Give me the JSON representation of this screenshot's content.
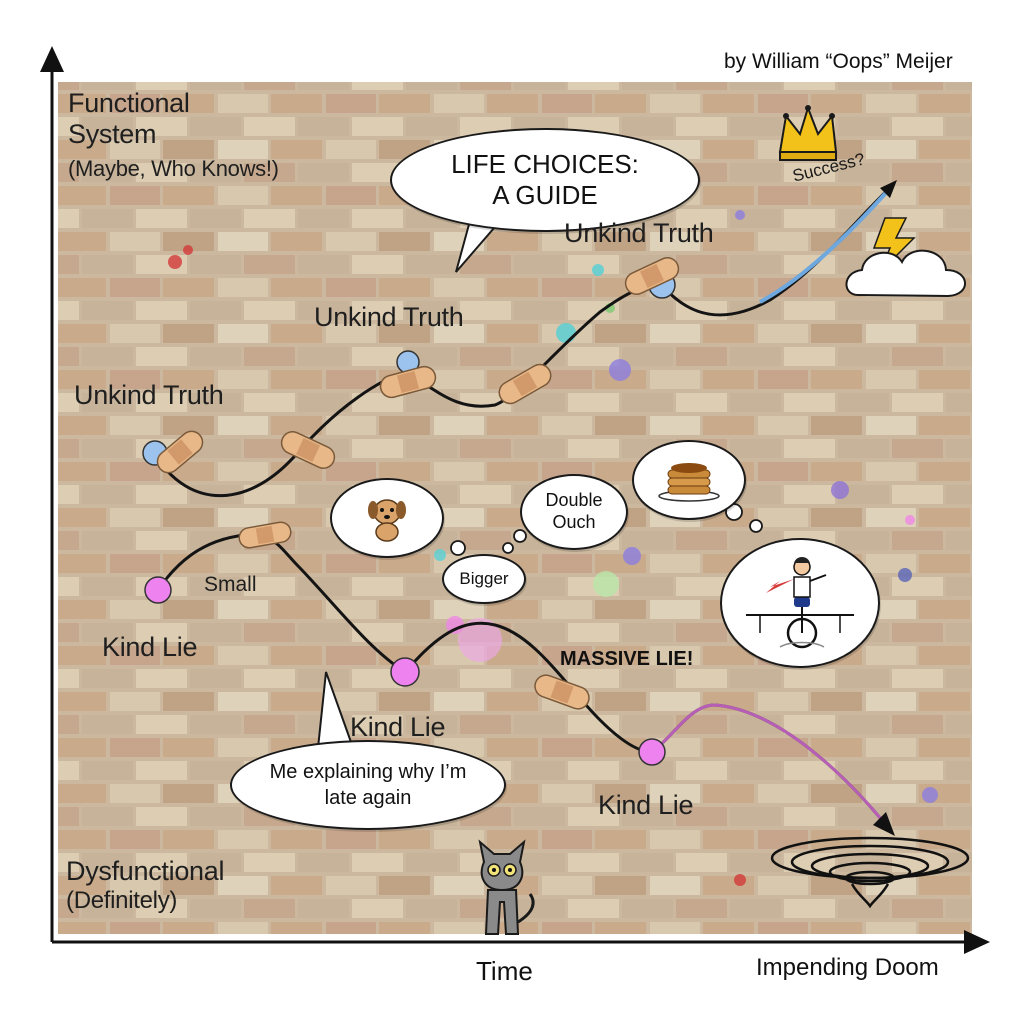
{
  "author": "by William “Oops” Meijer",
  "axes": {
    "y_top_line1": "Functional",
    "y_top_line2": "System",
    "y_top_line3": "(Maybe, Who Knows!)",
    "y_bottom_line1": "Dysfunctional",
    "y_bottom_line2": "(Definitely)",
    "x_center": "Time",
    "x_end": "Impending Doom"
  },
  "bubbles": {
    "title_line1": "LIFE CHOICES:",
    "title_line2": "A GUIDE",
    "double_line1": "Double",
    "double_line2": "Ouch",
    "bigger": "Bigger",
    "late_line1": "Me explaining why I’m",
    "late_line2": "late again"
  },
  "labels": {
    "unkind_truth_1": "Unkind Truth",
    "unkind_truth_2": "Unkind Truth",
    "unkind_truth_3": "Unkind Truth",
    "small": "Small",
    "kind_lie_1": "Kind Lie",
    "kind_lie_2": "Kind Lie",
    "kind_lie_3": "Kind Lie",
    "massive_lie": "MASSIVE LIE!",
    "success": "Success?"
  },
  "icons": {
    "crown": "crown-icon",
    "lightning": "lightning-cloud-icon",
    "puppy": "puppy-icon",
    "pancakes": "pancake-icon",
    "unicycle": "unicyclist-icon",
    "cat": "cat-icon",
    "vortex": "vortex-icon",
    "bandage": "bandage-icon"
  },
  "colors": {
    "axis": "#111111",
    "path": "#141414",
    "node_blue": "#9cc3ee",
    "node_pink": "#ee82ee",
    "success_arrow": "#6ea8de",
    "doom_arrow": "#e070e0",
    "bandage": "#e8b888",
    "crown": "#f2c21a"
  }
}
